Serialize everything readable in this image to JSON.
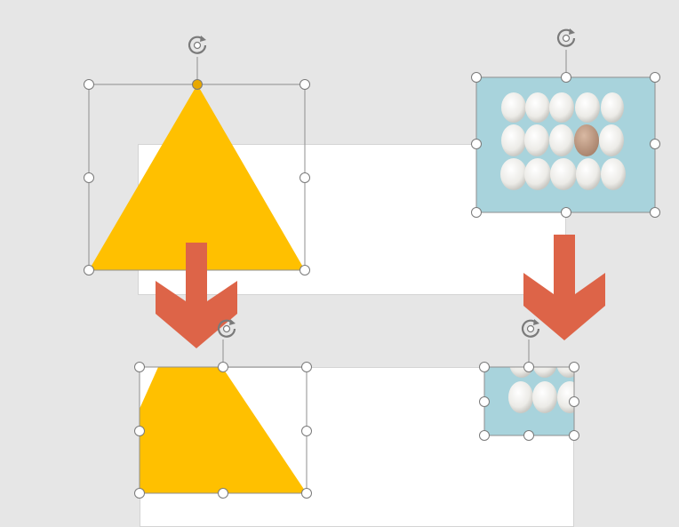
{
  "canvas": {
    "background": "#e6e6e6",
    "slide_color": "#ffffff"
  },
  "colors": {
    "triangle": "#ffc000",
    "arrow": "#dd6448",
    "photo_bg": "#a8d3dc",
    "egg": "#f2f2f0",
    "egg_brown": "#c9a58e",
    "handle_border": "#7a7a7a"
  },
  "icons": {
    "rotate": "rotate-icon",
    "arrow": "down-arrow-icon"
  },
  "objects": {
    "top_triangle": {
      "kind": "isosceles-triangle",
      "state": "selected"
    },
    "top_photo": {
      "kind": "picture",
      "subject": "eggs",
      "state": "selected"
    },
    "bottom_triangle": {
      "kind": "isosceles-triangle",
      "state": "cropped-selected"
    },
    "bottom_photo": {
      "kind": "picture",
      "subject": "eggs",
      "state": "cropped-selected"
    }
  }
}
